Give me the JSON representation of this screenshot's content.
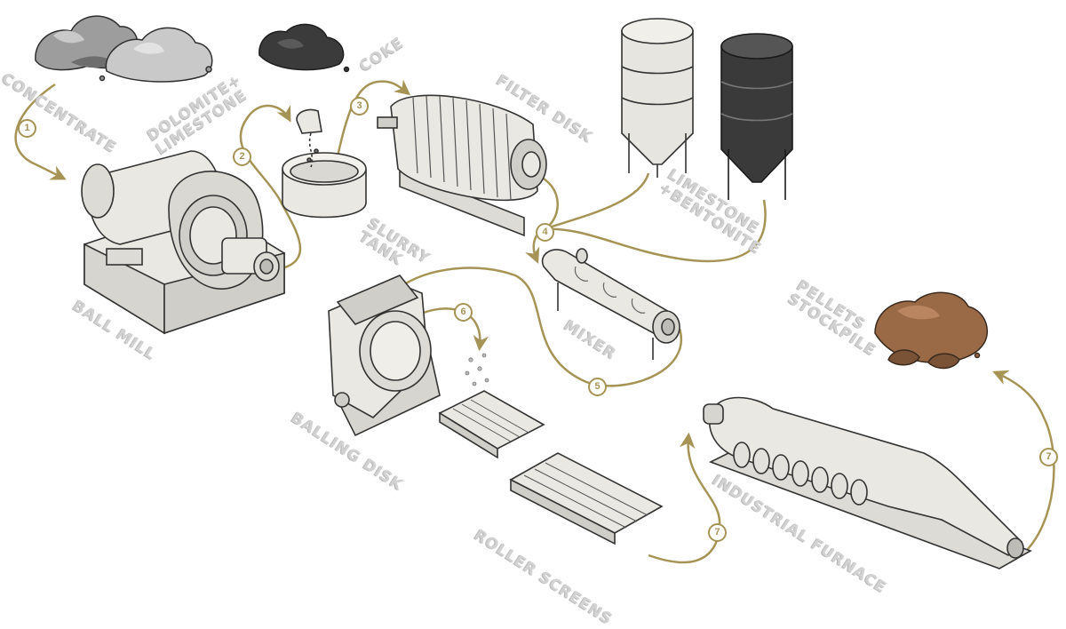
{
  "colors": {
    "flow_line": "#a69456",
    "label": "#d2d2d2",
    "machine_fill": "#e9e8e3",
    "machine_stroke": "#3a3a3a",
    "ore_light": "#bdbdbd",
    "coke_dark": "#3b3b3b",
    "pellets_brown": "#9a6a46"
  },
  "labels": {
    "concentrate": "CONCENTRATE",
    "dolomite_line1": "DOLOMITE+",
    "dolomite_line2": "LIMESTONE",
    "coke": "COKE",
    "filter_disk": "FILTER DISK",
    "slurry_line1": "SLURRY",
    "slurry_line2": "TANK",
    "limestone_line1": "LIMESTONE",
    "limestone_line2": "+BENTONITE",
    "ball_mill": "BALL MILL",
    "mixer": "MIXER",
    "pellets_line1": "PELLETS",
    "pellets_line2": "STOCKPILE",
    "balling_disk": "BALLING DISK",
    "roller_screens": "ROLLER SCREENS",
    "industrial_furnace": "INDUSTRIAL FURNACE"
  },
  "steps": [
    "1",
    "2",
    "3",
    "4",
    "5",
    "6",
    "7",
    "7"
  ],
  "icons": {
    "concentrate": "ore-pile-icon",
    "dolomite": "rock-pile-icon",
    "coke": "coke-pile-icon",
    "ball_mill": "ball-mill-icon",
    "slurry_tank": "slurry-tank-icon",
    "filter_disk": "filter-disk-icon",
    "silo_light": "silo-icon",
    "silo_dark": "silo-icon",
    "mixer": "mixer-icon",
    "balling_disk": "balling-disk-icon",
    "roller_screens": "roller-screen-icon",
    "furnace": "furnace-icon",
    "pellets": "pellet-pile-icon"
  }
}
